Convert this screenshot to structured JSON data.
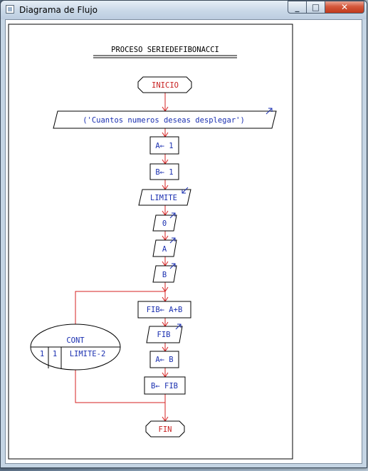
{
  "window": {
    "title": "Diagrama de Flujo",
    "buttons": {
      "minimize": "minimize-icon",
      "maximize": "maximize-icon",
      "close": "close-icon"
    }
  },
  "diagram": {
    "title": "PROCESO SERIEDEFIBONACCI",
    "start": "INICIO",
    "prompt": "('Cuantos numeros deseas desplegar')",
    "assign_a": "A← 1",
    "assign_b": "B← 1",
    "input_limite": "LIMITE",
    "output_0": "0",
    "output_a": "A",
    "output_b": "B",
    "fib_assign": "FIB← A+B",
    "output_fib": "FIB",
    "a_gets_b": "A← B",
    "b_gets_fib": "B← FIB",
    "loop": {
      "label": "CONT",
      "start": "1",
      "step": "1",
      "end": "LIMITE-2"
    },
    "end": "FIN"
  },
  "colors": {
    "line": "#d42020",
    "text": "#1a2fb0",
    "shape": "#000000"
  }
}
